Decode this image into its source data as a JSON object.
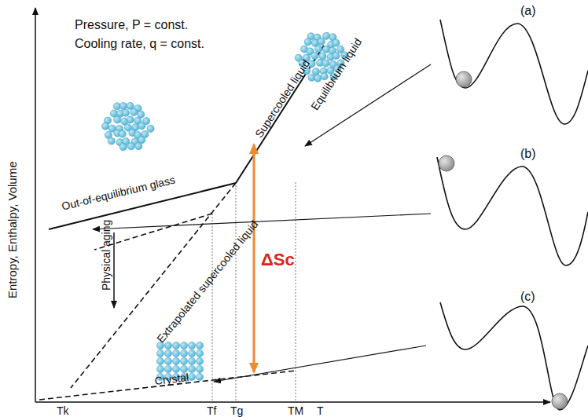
{
  "diagram": {
    "labels": [
      "Pressure, P = const.",
      "Cooling rate, q = const.",
      "Entropy, Enthalpy, Volume",
      "Equilibrium liquid",
      "Supercooled liquid",
      "Out-of-equilibrium glass",
      "Physical aging",
      "Extrapolated supercooled liquid",
      "Crystal",
      "ΔSc",
      "Tk",
      "Tf",
      "Tg",
      "TM",
      "T",
      "(a)",
      "(b)",
      "(c)"
    ]
  }
}
